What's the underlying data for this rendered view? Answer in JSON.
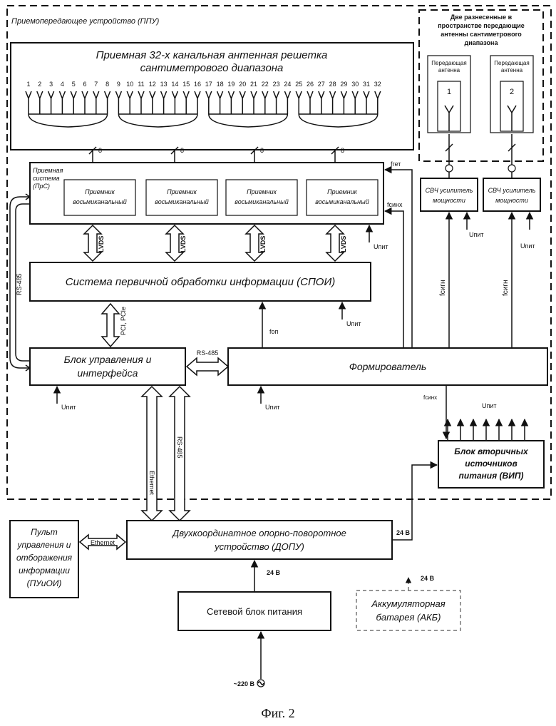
{
  "ppu": {
    "title": "Приемопередающее устройство (ППУ)"
  },
  "antenna_array": {
    "line1": "Приемная 32-х канальная антенная решетка",
    "line2": "сантиметрового диапазона",
    "channels": [
      "1",
      "2",
      "3",
      "4",
      "5",
      "6",
      "7",
      "8",
      "9",
      "10",
      "11",
      "12",
      "13",
      "14",
      "15",
      "16",
      "17",
      "18",
      "19",
      "20",
      "21",
      "22",
      "23",
      "24",
      "25",
      "26",
      "27",
      "28",
      "29",
      "30",
      "31",
      "32"
    ],
    "bus_width": "8"
  },
  "tx_space": {
    "lines": [
      "Две разнесенные в",
      "пространстве передающие",
      "антенны сантиметрового",
      "диапазона"
    ]
  },
  "tx_antennas": [
    {
      "label1": "Передающая",
      "label2": "антенна",
      "number": "1"
    },
    {
      "label1": "Передающая",
      "label2": "антенна",
      "number": "2"
    }
  ],
  "rx_system": {
    "line1": "Приемная",
    "line2": "система",
    "line3": "(ПрС)"
  },
  "receivers": [
    {
      "line1": "Приемник",
      "line2": "восьмиканальный"
    },
    {
      "line1": "Приемник",
      "line2": "восьмиканальный"
    },
    {
      "line1": "Приемник",
      "line2": "восьмиканальный"
    },
    {
      "line1": "Приемник",
      "line2": "восьмиканальный"
    }
  ],
  "amplifiers": [
    {
      "line1": "СВЧ усилитель",
      "line2": "мощности"
    },
    {
      "line1": "СВЧ усилитель",
      "line2": "мощности"
    }
  ],
  "spoi": {
    "label": "Система первичной обработки информации (СПОИ)"
  },
  "control_block": {
    "line1": "Блок управления и",
    "line2": "интерфейса"
  },
  "former": {
    "label": "Формирователь"
  },
  "vip": {
    "line1": "Блок вторичных",
    "line2": "источников",
    "line3": "питания (ВИП)"
  },
  "dopu": {
    "line1": "Двухкоординатное опорно-поворотное",
    "line2": "устройство (ДОПУ)"
  },
  "console": {
    "line1": "Пульт",
    "line2": "управления и",
    "line3": "отборажения",
    "line4": "информации",
    "line5": "(ПУиОИ)"
  },
  "psu": {
    "label": "Сетевой блок питания"
  },
  "battery": {
    "line1": "Аккумуляторная",
    "line2": "батарея (АКБ)"
  },
  "signals": {
    "lvds": "LVDS",
    "pci": "PCI, PCIe",
    "rs485": "RS-485",
    "ethernet": "Ethernet",
    "upit": "Uпит",
    "fget": "fгет",
    "fsinh": "fсинх",
    "fsign": "fсигн",
    "fop": "fоп",
    "v24": "24 В",
    "mains": "~220 В"
  },
  "caption": "Фиг. 2"
}
